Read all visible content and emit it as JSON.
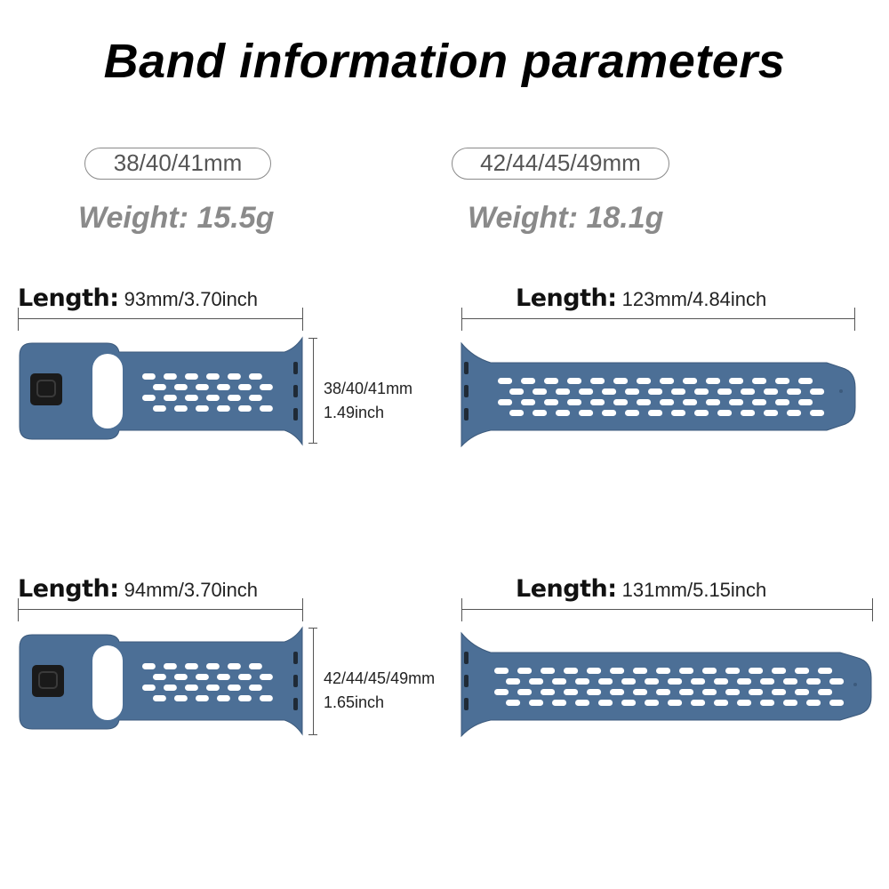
{
  "title": "Band information parameters",
  "small": {
    "size_pill": "38/40/41mm",
    "weight": "Weight: 15.5g"
  },
  "large": {
    "size_pill": "42/44/45/49mm",
    "weight": "Weight: 18.1g"
  },
  "rows": [
    {
      "short_piece": {
        "length_label": "Length:",
        "length_value": "93mm/3.70inch"
      },
      "long_piece": {
        "length_label": "Length:",
        "length_value": "123mm/4.84inch"
      },
      "width_mm": "38/40/41mm",
      "width_inch": "1.49inch"
    },
    {
      "short_piece": {
        "length_label": "Length:",
        "length_value": "94mm/3.70inch"
      },
      "long_piece": {
        "length_label": "Length:",
        "length_value": "131mm/5.15inch"
      },
      "width_mm": "42/44/45/49mm",
      "width_inch": "1.65inch"
    }
  ],
  "colors": {
    "band": "#4c6f96",
    "band_dark": "#3c5a7c",
    "buckle": "#1a1a1a",
    "pill_border": "#8a8a8a",
    "weight_text": "#8a8a8a"
  }
}
